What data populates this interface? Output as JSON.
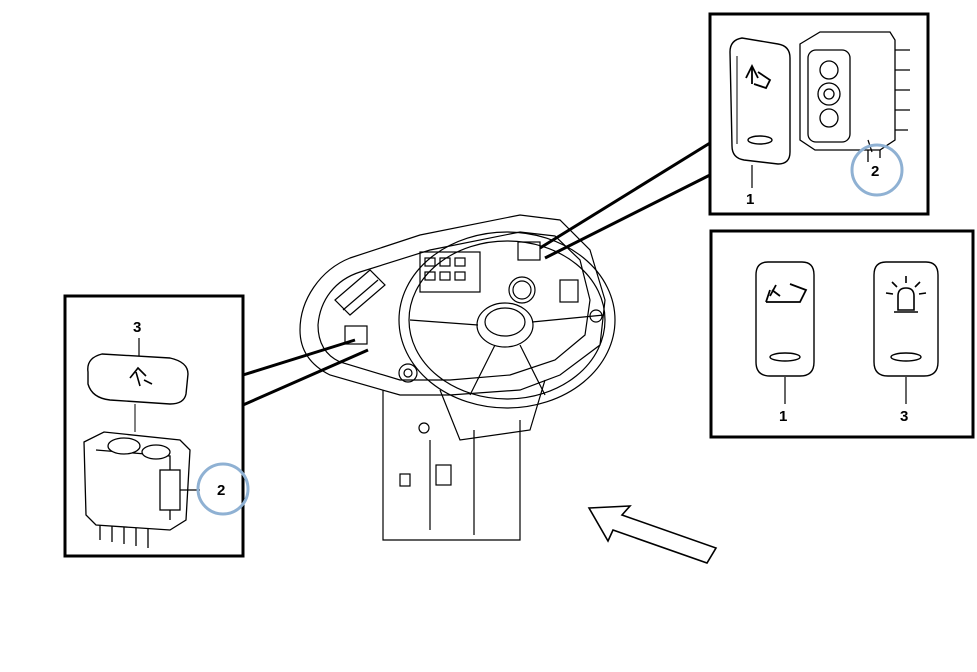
{
  "detail_top_right": {
    "labels": [
      "1",
      "2"
    ]
  },
  "detail_right": {
    "labels": [
      "1",
      "3"
    ]
  },
  "detail_left": {
    "labels": [
      "3",
      "2"
    ]
  },
  "colors": {
    "line": "#000000",
    "callout_circle": "#8fb1d3",
    "background": "#ffffff"
  },
  "icons": [
    "console-illustration",
    "rocker-switch-cap-icon",
    "rocker-switch-body-icon",
    "beacon-light-icon",
    "tipper-icon",
    "view-direction-arrow-icon"
  ]
}
